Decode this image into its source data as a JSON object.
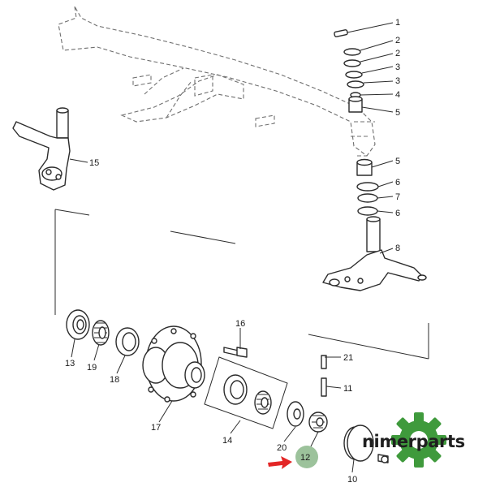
{
  "diagram": {
    "callouts": [
      {
        "id": "c1",
        "text": "1"
      },
      {
        "id": "c2a",
        "text": "2"
      },
      {
        "id": "c2b",
        "text": "2"
      },
      {
        "id": "c3a",
        "text": "3"
      },
      {
        "id": "c3b",
        "text": "3"
      },
      {
        "id": "c4",
        "text": "4"
      },
      {
        "id": "c5a",
        "text": "5"
      },
      {
        "id": "c5b",
        "text": "5"
      },
      {
        "id": "c6a",
        "text": "6"
      },
      {
        "id": "c7",
        "text": "7"
      },
      {
        "id": "c6b",
        "text": "6"
      },
      {
        "id": "c8",
        "text": "8"
      },
      {
        "id": "c15",
        "text": "15"
      },
      {
        "id": "c16",
        "text": "16"
      },
      {
        "id": "c21",
        "text": "21"
      },
      {
        "id": "c11",
        "text": "11"
      },
      {
        "id": "c13",
        "text": "13"
      },
      {
        "id": "c19",
        "text": "19"
      },
      {
        "id": "c18",
        "text": "18"
      },
      {
        "id": "c17",
        "text": "17"
      },
      {
        "id": "c14",
        "text": "14"
      },
      {
        "id": "c20",
        "text": "20"
      },
      {
        "id": "c10",
        "text": "10"
      }
    ],
    "highlight": {
      "text": "12",
      "color": "#9cc29b",
      "arrow_color": "#e32626"
    }
  },
  "brand": {
    "name": "nimerparts",
    "gear_color": "#3f9a3c"
  }
}
